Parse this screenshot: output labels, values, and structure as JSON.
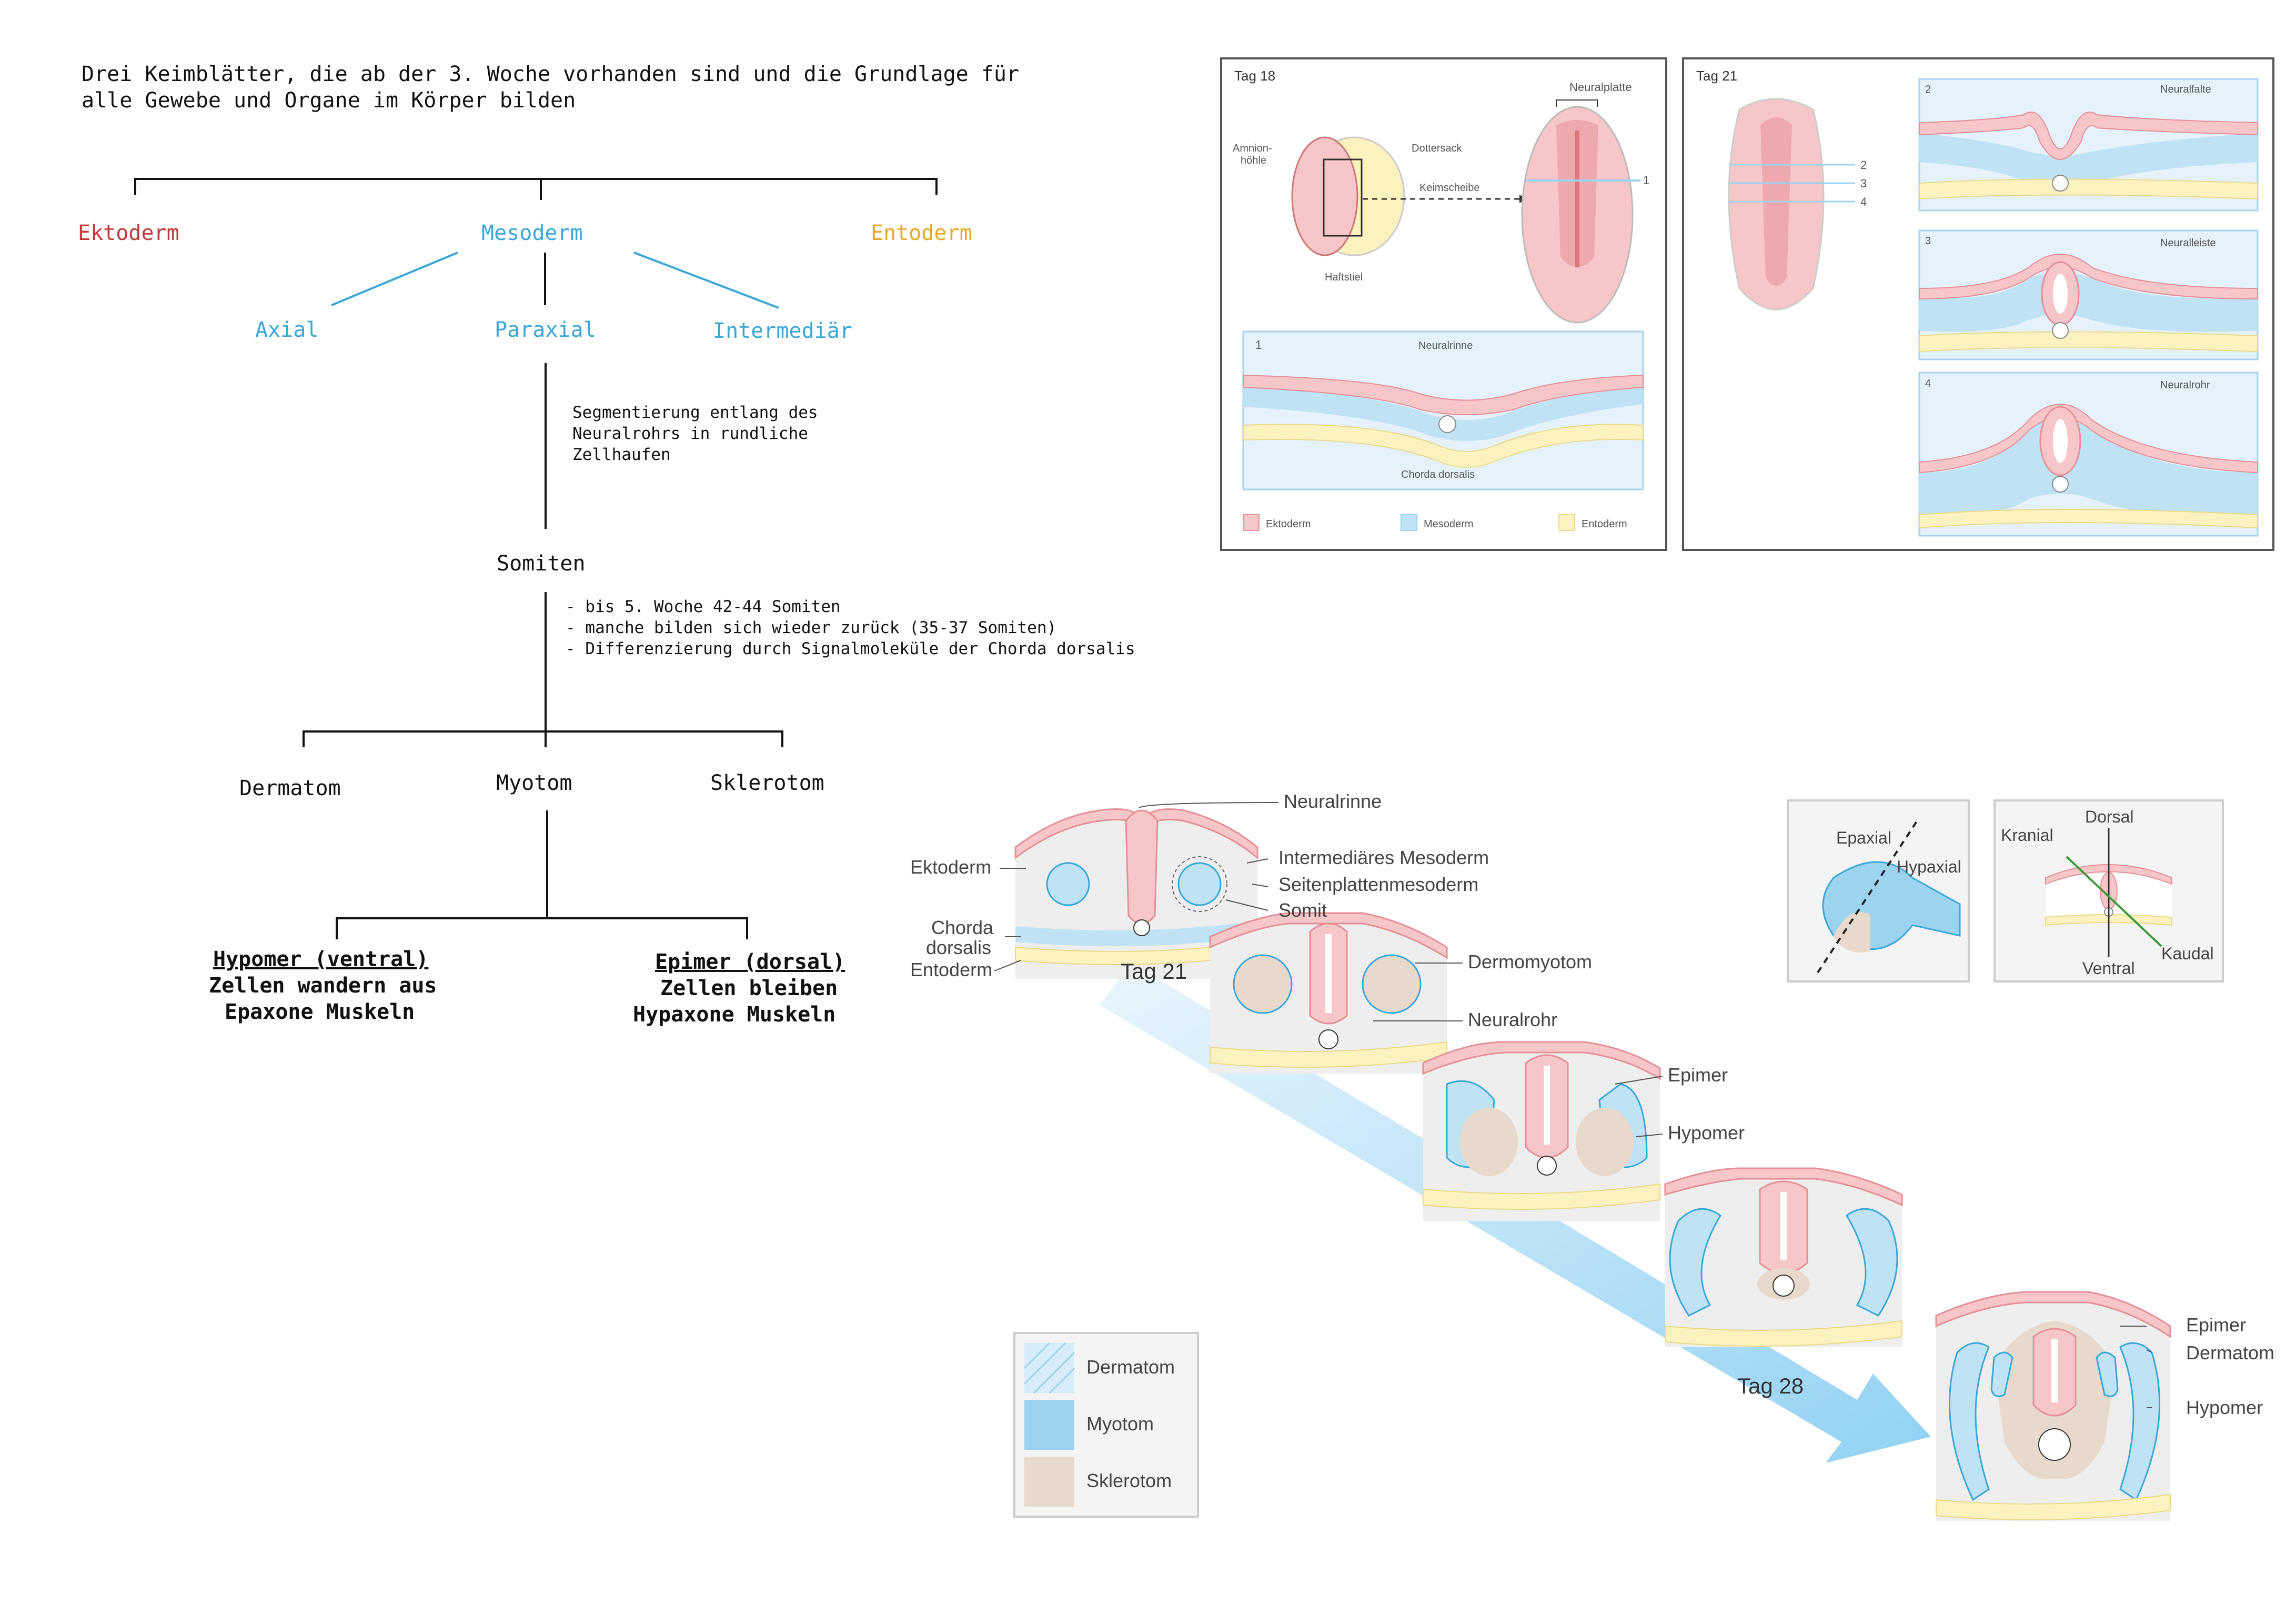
{
  "notes": {
    "intro_line1": "Drei Keimblätter, die ab der 3. Woche vorhanden sind und die Grundlage für",
    "intro_line2": "alle Gewebe und Organe im Körper bilden",
    "ektoderm": "Ektoderm",
    "mesoderm": "Mesoderm",
    "entoderm": "Entoderm",
    "axial": "Axial",
    "paraxial": "Paraxial",
    "intermediaer": "Intermediär",
    "segment_1": "Segmentierung entlang des",
    "segment_2": "Neuralrohrs in rundliche",
    "segment_3": "Zellhaufen",
    "somiten": "Somiten",
    "somiten_note_1": "- bis 5. Woche 42-44 Somiten",
    "somiten_note_2": "- manche bilden sich wieder zurück (35-37 Somiten)",
    "somiten_note_3": "- Differenzierung durch Signalmoleküle der Chorda dorsalis",
    "dermatom": "Dermatom",
    "myotom": "Myotom",
    "sklerotom": "Sklerotom",
    "hypomer_title": "Hypomer (ventral)",
    "hypomer_l1": "Zellen wandern aus",
    "hypomer_l2": "Epaxone Muskeln",
    "epimer_title": "Epimer (dorsal)",
    "epimer_l1": "Zellen bleiben",
    "epimer_l2": "Hypaxone Muskeln"
  },
  "colors": {
    "ektoderm": "#c0393b",
    "mesoderm": "#3aa7d8",
    "entoderm": "#e8a82a",
    "pink": "#f6c6c9",
    "pink_dark": "#e58f96",
    "blue": "#bfe3f5",
    "yellow": "#fbf2bf",
    "panel_bg": "#e6f2fb"
  },
  "fig_tag18": {
    "title": "Tag 18",
    "neuralplatte": "Neuralplatte",
    "amnion_1": "Amnion-",
    "amnion_2": "höhle",
    "dottersack": "Dottersack",
    "keimscheibe": "Keimscheibe",
    "haftstiel": "Haftstiel",
    "marker_1": "1",
    "panel_num": "1",
    "neuralrinne": "Neuralrinne",
    "chorda": "Chorda dorsalis",
    "legend_ektoderm": "Ektoderm",
    "legend_mesoderm": "Mesoderm",
    "legend_entoderm": "Entoderm"
  },
  "fig_tag21": {
    "title": "Tag 21",
    "m2": "2",
    "m3": "3",
    "m4": "4",
    "p2": "2",
    "p3": "3",
    "p4": "4",
    "neuralfalte": "Neuralfalte",
    "neuralleiste": "Neuralleiste",
    "neuralrohr": "Neuralrohr"
  },
  "somite_fig": {
    "neuralrinne": "Neuralrinne",
    "ektoderm": "Ektoderm",
    "intermed": "Intermediäres Mesoderm",
    "seitenplatten": "Seitenplattenmesoderm",
    "somit": "Somit",
    "chorda_1": "Chorda",
    "chorda_2": "dorsalis",
    "entoderm": "Entoderm",
    "tag21": "Tag 21",
    "dermomyotom": "Dermomyotom",
    "neuralrohr": "Neuralrohr",
    "epimer": "Epimer",
    "hypomer": "Hypomer",
    "tag28": "Tag 28",
    "epimer2": "Epimer",
    "dermatom2": "Dermatom",
    "hypomer2": "Hypomer"
  },
  "legend2": {
    "dermatom": "Dermatom",
    "myotom": "Myotom",
    "sklerotom": "Sklerotom"
  },
  "orient": {
    "epaxial": "Epaxial",
    "hypaxial": "Hypaxial",
    "dorsal": "Dorsal",
    "kranial": "Kranial",
    "kaudal": "Kaudal",
    "ventral": "Ventral"
  }
}
